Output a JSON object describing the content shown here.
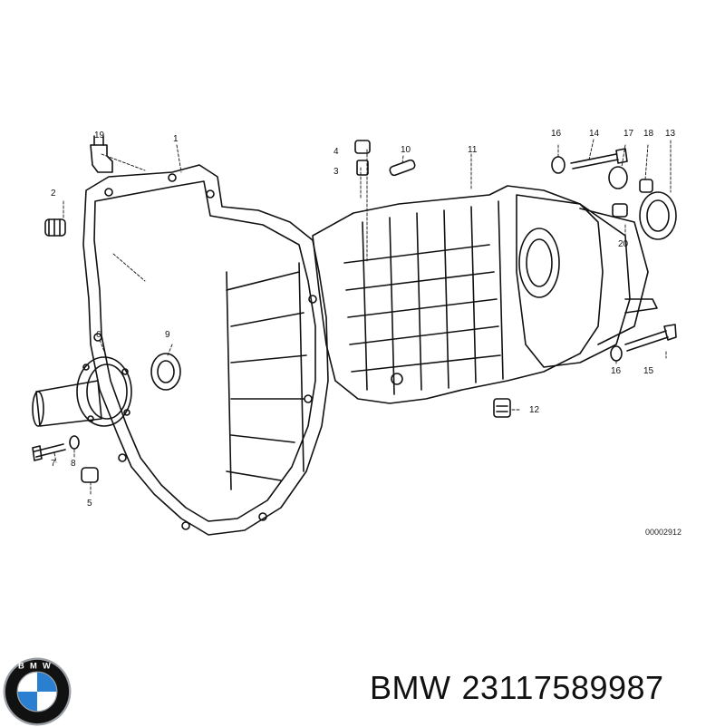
{
  "diagram": {
    "reference_code": "00002912",
    "callouts": [
      {
        "id": "c1",
        "label": "1"
      },
      {
        "id": "c2",
        "label": "2"
      },
      {
        "id": "c3",
        "label": "3"
      },
      {
        "id": "c4",
        "label": "4"
      },
      {
        "id": "c5",
        "label": "5"
      },
      {
        "id": "c6",
        "label": "6"
      },
      {
        "id": "c7",
        "label": "7"
      },
      {
        "id": "c8",
        "label": "8"
      },
      {
        "id": "c9",
        "label": "9"
      },
      {
        "id": "c10",
        "label": "10"
      },
      {
        "id": "c11",
        "label": "11"
      },
      {
        "id": "c12",
        "label": "12"
      },
      {
        "id": "c13",
        "label": "13"
      },
      {
        "id": "c14",
        "label": "14"
      },
      {
        "id": "c15",
        "label": "15"
      },
      {
        "id": "c16a",
        "label": "16"
      },
      {
        "id": "c16b",
        "label": "16"
      },
      {
        "id": "c17",
        "label": "17"
      },
      {
        "id": "c18",
        "label": "18"
      },
      {
        "id": "c19",
        "label": "19"
      },
      {
        "id": "c20",
        "label": "20"
      }
    ]
  },
  "footer": {
    "brand": "BMW",
    "part_number": "23117589987",
    "logo_letters": "BMW",
    "logo_colors": {
      "blue": "#2a7fd0",
      "white": "#ffffff",
      "ring": "#111111",
      "chrome": "#9aa0a6"
    }
  }
}
